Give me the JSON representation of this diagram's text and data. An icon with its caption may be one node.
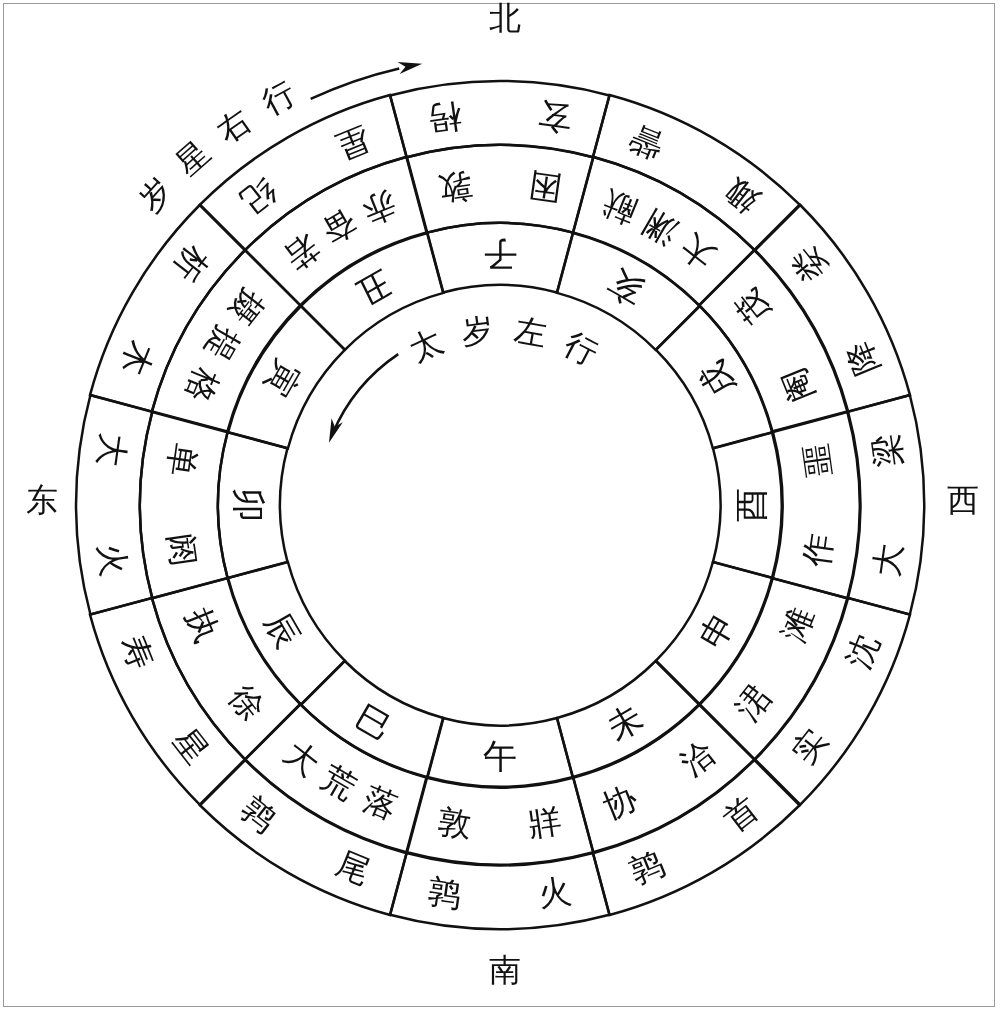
{
  "diagram": {
    "nodes": [
      {
        "text": [
          "子"
        ]
      },
      {
        "text": [
          "丑"
        ]
      },
      {
        "text": [
          "寅"
        ]
      },
      {
        "text": [
          "卯"
        ]
      },
      {
        "text": [
          "辰"
        ]
      },
      {
        "text": [
          "巳"
        ]
      },
      {
        "text": [
          "午"
        ]
      },
      {
        "text": [
          "未"
        ]
      },
      {
        "text": [
          "申"
        ]
      },
      {
        "text": [
          "酉"
        ]
      },
      {
        "text": [
          "戌"
        ]
      },
      {
        "text": [
          "亥"
        ]
      },
      {
        "text": [
          "困敦"
        ]
      },
      {
        "text": [
          "赤奋若"
        ]
      },
      {
        "text": [
          "摄提格"
        ]
      },
      {
        "text": [
          "单阏"
        ]
      },
      {
        "text": [
          "执徐"
        ]
      },
      {
        "text": [
          "大荒落"
        ]
      },
      {
        "text": [
          "敦牂"
        ]
      },
      {
        "text": [
          "协洽"
        ]
      },
      {
        "text": [
          "涒滩"
        ]
      },
      {
        "text": [
          "作噩"
        ]
      },
      {
        "text": [
          "阉茂"
        ]
      },
      {
        "text": [
          "大渊献"
        ]
      },
      {
        "text": [
          "玄枵"
        ]
      },
      {
        "text": [
          "星纪"
        ]
      },
      {
        "text": [
          "析木"
        ]
      },
      {
        "text": [
          "大火"
        ]
      },
      {
        "text": [
          "寿星"
        ]
      },
      {
        "text": [
          "鹑尾"
        ]
      },
      {
        "text": [
          "鹑火"
        ]
      },
      {
        "text": [
          "鹑首"
        ]
      },
      {
        "text": [
          "实沈"
        ]
      },
      {
        "text": [
          "大梁"
        ]
      },
      {
        "text": [
          "降娄"
        ]
      },
      {
        "text": [
          "娵訾"
        ]
      }
    ],
    "labels": [
      "北",
      "岁星右行",
      "太岁左行",
      "东",
      "西",
      "南"
    ]
  }
}
